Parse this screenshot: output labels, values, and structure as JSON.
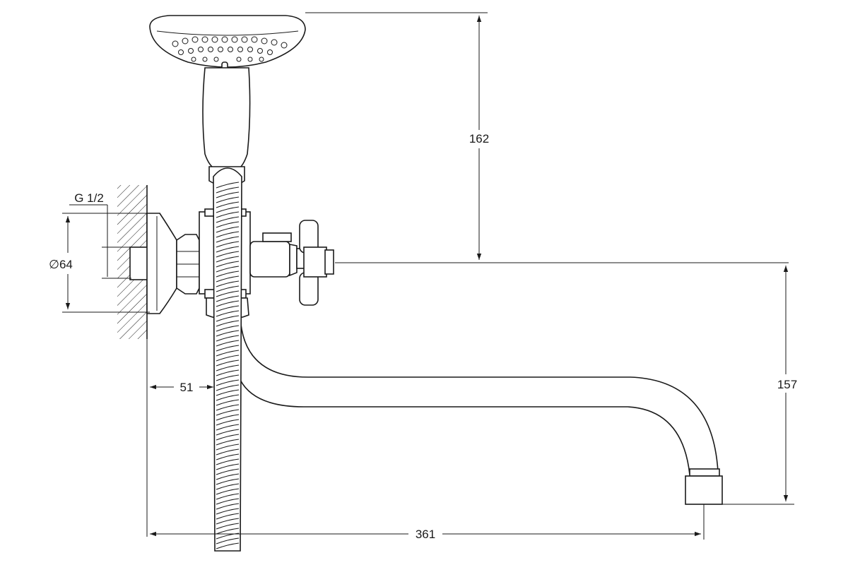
{
  "drawing": {
    "type": "technical drawing",
    "dimensions": {
      "shower_height": "162",
      "spout_height": "157",
      "wall_offset": "51",
      "spout_length": "361",
      "flange_diameter": "∅64",
      "thread": "G 1/2"
    }
  },
  "colors": {
    "line": "#1a1a1a",
    "background": "#ffffff"
  }
}
